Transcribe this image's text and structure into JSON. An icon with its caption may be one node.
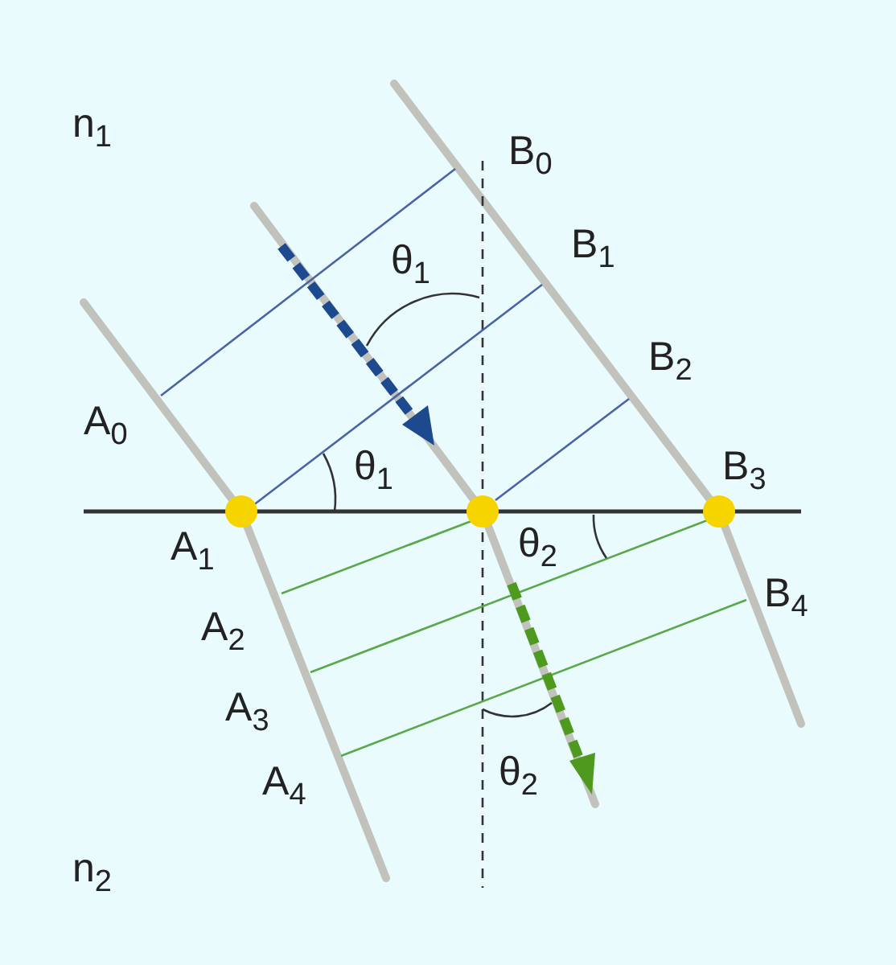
{
  "diagram": {
    "labels": [
      "n$_{1}$",
      "B$_{0}$",
      "θ$_{1}$",
      "B$_{1}$",
      "B$_{2}$",
      "A$_{0}$",
      "θ$_{1}$",
      "B$_{3}$",
      "A$_{1}$",
      "θ$_{2}$",
      "A$_{2}$",
      "B$_{4}$",
      "A$_{3}$",
      "A$_{4}$",
      "θ$_{2}$",
      "n$_{2}$"
    ]
  }
}
